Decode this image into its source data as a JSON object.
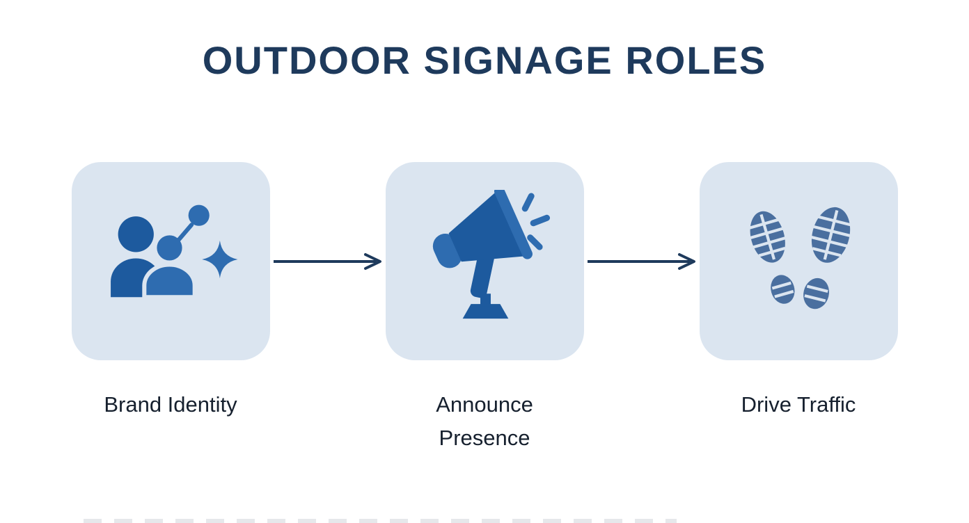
{
  "title": "OUTDOOR SIGNAGE ROLES",
  "steps": [
    {
      "label": "Brand Identity",
      "icon": "audience-sparkle-icon"
    },
    {
      "label": "Announce Presence",
      "icon": "megaphone-icon"
    },
    {
      "label": "Drive Traffic",
      "icon": "footprints-icon"
    }
  ],
  "colors": {
    "title_color": "#1e3a5c",
    "box_bg": "#dbe5f0",
    "icon_blue": "#1d5a9e",
    "icon_blue_light": "#2e6cb0",
    "icon_muted_blue": "#4a6f9f",
    "arrow_color": "#1e3a5c",
    "label_color": "#16202e"
  }
}
